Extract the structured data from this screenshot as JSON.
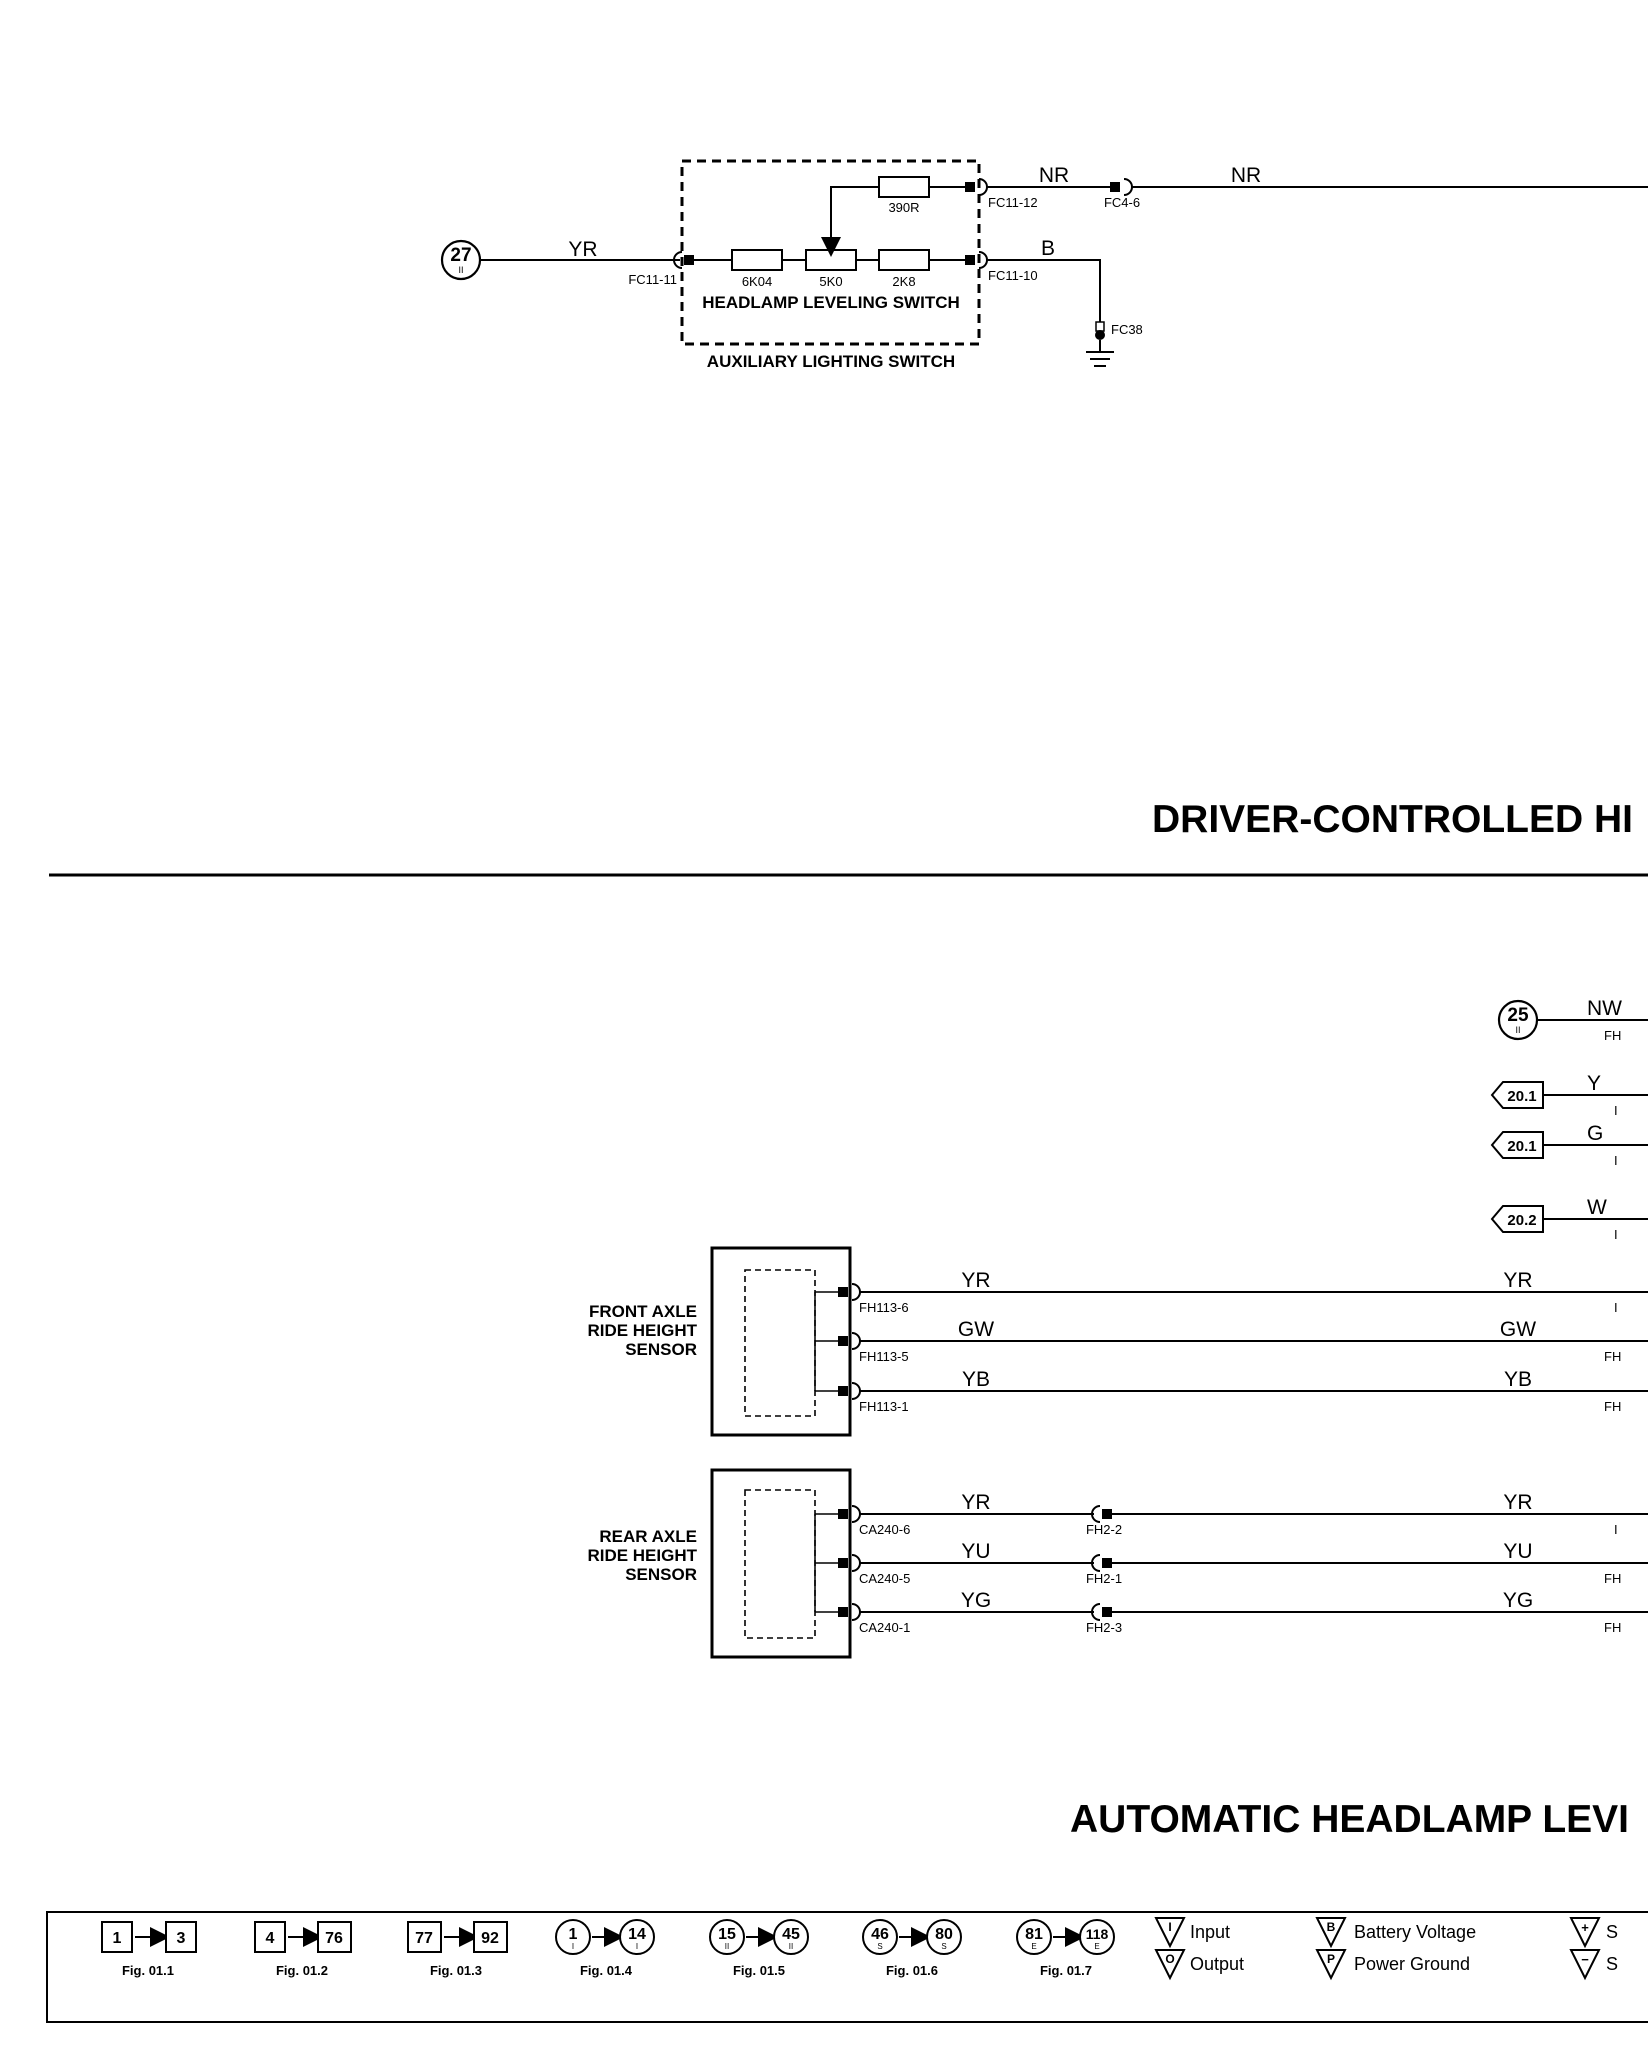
{
  "headings": {
    "driver_controlled": "DRIVER-CONTROLLED HI",
    "automatic": "AUTOMATIC HEADLAMP LEVI"
  },
  "driver_section": {
    "ref_27": {
      "num": "27",
      "sub": "II"
    },
    "wires": {
      "yr": "YR",
      "nr_1": "NR",
      "nr_2": "NR",
      "b": "B"
    },
    "connectors": {
      "fc11_11": "FC11-11",
      "fc11_12": "FC11-12",
      "fc11_10": "FC11-10",
      "fc4_6": "FC4-6",
      "fc38": "FC38"
    },
    "resistors": {
      "r390": "390R",
      "r6k04": "6K04",
      "r5k0": "5K0",
      "r2k8": "2K8"
    },
    "headlamp_leveling_switch": "HEADLAMP LEVELING SWITCH",
    "auxiliary_lighting_switch": "AUXILIARY LIGHTING SWITCH"
  },
  "auto_section": {
    "ref_25": {
      "num": "25",
      "sub": "II",
      "wire": "NW",
      "conn": "FH"
    },
    "offpage": [
      {
        "ref": "20.1",
        "wire": "Y",
        "conn": "I"
      },
      {
        "ref": "20.1",
        "wire": "G",
        "conn": "I"
      },
      {
        "ref": "20.2",
        "wire": "W",
        "conn": "I"
      }
    ],
    "front_sensor": {
      "label_lines": [
        "FRONT AXLE",
        "RIDE HEIGHT",
        "SENSOR"
      ],
      "pins": [
        {
          "conn": "FH113-6",
          "wire_left": "YR",
          "wire_right": "YR",
          "far_conn": "I"
        },
        {
          "conn": "FH113-5",
          "wire_left": "GW",
          "wire_right": "GW",
          "far_conn": "FH"
        },
        {
          "conn": "FH113-1",
          "wire_left": "YB",
          "wire_right": "YB",
          "far_conn": "FH"
        }
      ]
    },
    "rear_sensor": {
      "label_lines": [
        "REAR AXLE",
        "RIDE HEIGHT",
        "SENSOR"
      ],
      "pins": [
        {
          "conn": "CA240-6",
          "mid_conn": "FH2-2",
          "wire_left": "YR",
          "wire_right": "YR",
          "far_conn": "I"
        },
        {
          "conn": "CA240-5",
          "mid_conn": "FH2-1",
          "wire_left": "YU",
          "wire_right": "YU",
          "far_conn": "FH"
        },
        {
          "conn": "CA240-1",
          "mid_conn": "FH2-3",
          "wire_left": "YG",
          "wire_right": "YG",
          "far_conn": "FH"
        }
      ]
    }
  },
  "legend": {
    "figs": [
      {
        "from": "1",
        "to": "3",
        "label": "Fig. 01.1",
        "shape": "square"
      },
      {
        "from": "4",
        "to": "76",
        "label": "Fig. 01.2",
        "shape": "square"
      },
      {
        "from": "77",
        "to": "92",
        "label": "Fig. 01.3",
        "shape": "square"
      },
      {
        "from": "1",
        "from_sub": "I",
        "to": "14",
        "to_sub": "I",
        "label": "Fig. 01.4",
        "shape": "circle"
      },
      {
        "from": "15",
        "from_sub": "II",
        "to": "45",
        "to_sub": "II",
        "label": "Fig. 01.5",
        "shape": "circle"
      },
      {
        "from": "46",
        "from_sub": "S",
        "to": "80",
        "to_sub": "S",
        "label": "Fig. 01.6",
        "shape": "circle"
      },
      {
        "from": "81",
        "from_sub": "E",
        "to": "118",
        "to_sub": "E",
        "label": "Fig. 01.7",
        "shape": "circle"
      }
    ],
    "symbols": [
      {
        "glyph": "I",
        "text": "Input"
      },
      {
        "glyph": "O",
        "text": "Output"
      },
      {
        "glyph": "B",
        "text": "Battery Voltage"
      },
      {
        "glyph": "P",
        "text": "Power Ground"
      },
      {
        "glyph": "+",
        "text": "S"
      },
      {
        "glyph": "−",
        "text": "S"
      }
    ]
  }
}
